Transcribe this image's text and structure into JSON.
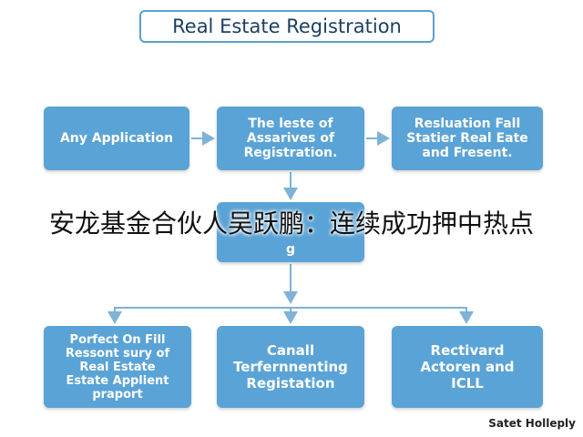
{
  "title": "Real Estate Registration",
  "nodes": {
    "any_application": "Any Application",
    "leste": "The leste of\nAssarives of\nRegistration.",
    "resluation": "Resluation Fall\nStatier Real Eate\nand Fresent.",
    "middle": "g",
    "perfect": "Porfect On Fill\nRessont sury of\nReal Estate\nEstate Applient\npraport",
    "canall": "Canall\nTerfernnenting\nRegistation",
    "rectivard": "Rectivard\nActoren and\nICLL"
  },
  "banner": "安龙基金合伙人吴跃鹏：连续成功押中热点",
  "footer": "Satet Holleply",
  "colors": {
    "node_fill": "#5aa3d6",
    "connector": "#7fb2d6",
    "title_border": "#5b9fce"
  }
}
